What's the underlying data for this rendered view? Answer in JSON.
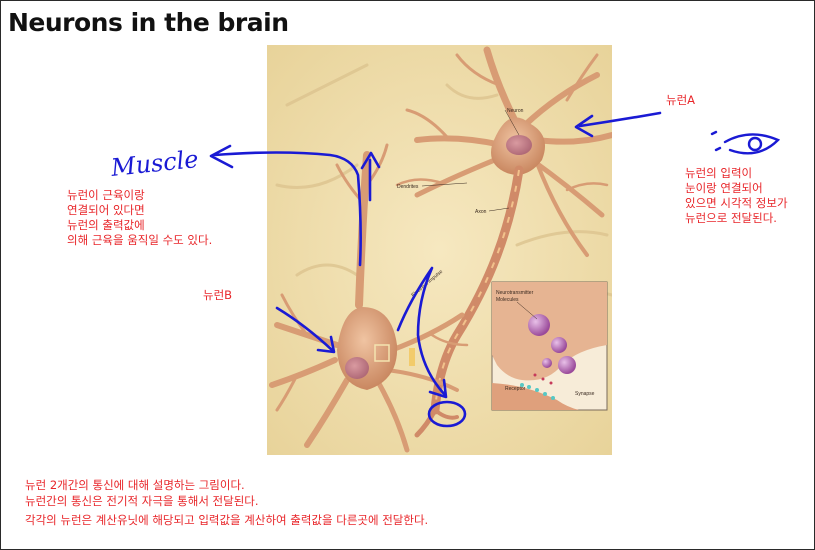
{
  "title": "Neurons in the brain",
  "handwriting": {
    "muscle": "Muscle"
  },
  "labels": {
    "neuron_a": "뉴런A",
    "neuron_b": "뉴런B"
  },
  "notes": {
    "muscle_note": "뉴런이 근육이랑\n연결되어 있다면\n뉴런의 출력값에\n의해 근육을 움직일 수도 있다.",
    "eye_note": "뉴런의 입력이\n눈이랑 연결되어\n있으면 시각적 정보가\n뉴런으로 전달된다.",
    "bottom_1": "뉴런 2개간의 통신에 대해 설명하는 그림이다.",
    "bottom_2": "뉴런간의 통신은 전기적 자극을 통해서 전달된다.",
    "bottom_3": "각각의 뉴런은 계산유닛에 해당되고 입력값을 계산하여 출력값을 다른곳에 전달한다."
  },
  "figure_labels": {
    "neuron": "Neuron",
    "dendrites": "Dendrites",
    "axon": "Axon",
    "impulse": "Electrical impulse",
    "neurotransmitter": "Neurotransmitter",
    "molecules": "Molecules",
    "receptor": "Receptor",
    "synapse": "Synapse"
  },
  "colors": {
    "annotation_red": "#e8262a",
    "ink_blue": "#1a1ad4",
    "illustration_bg": "#f0dfae",
    "neuron_body": "#e2a882"
  }
}
